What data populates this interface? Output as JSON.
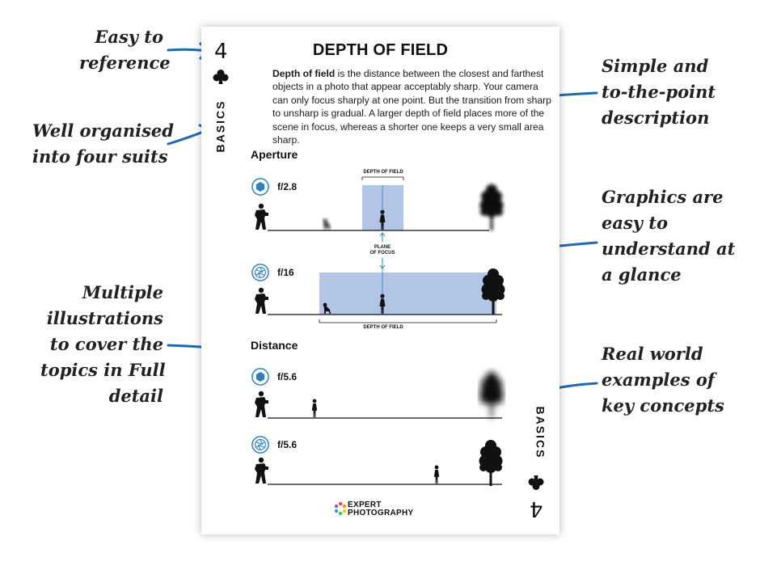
{
  "annotations": {
    "easy_reference": [
      "Easy to",
      "reference"
    ],
    "well_organised": [
      "Well organised",
      "into four suits"
    ],
    "multiple_illustrations": [
      "Multiple",
      "illustrations",
      "to cover the",
      "topics in Full",
      "detail"
    ],
    "simple_description": [
      "Simple and",
      "to-the-point",
      "description"
    ],
    "graphics_easy": [
      "Graphics are",
      "easy to",
      "understand at",
      "a glance"
    ],
    "real_world": [
      "Real world",
      "examples of",
      "key concepts"
    ]
  },
  "card": {
    "number": "4",
    "suit_label": "BASICS",
    "title": "DEPTH OF FIELD",
    "description_bold": "Depth of field",
    "description_rest": " is the distance between the closest and farthest objects in a photo that appear acceptably sharp. Your camera can only focus sharply at one point. But the transition from sharp to unsharp is gradual. A larger depth of field places more of the scene in focus, whereas a shorter one keeps a very small area sharp.",
    "aperture_heading": "Aperture",
    "distance_heading": "Distance",
    "f_values": [
      "f/2.8",
      "f/16",
      "f/5.6",
      "f/5.6"
    ],
    "depth_of_field_label": "DEPTH OF FIELD",
    "plane_of_focus_line1": "PLANE",
    "plane_of_focus_line2": "OF FOCUS",
    "logo_line1": "EXPERT",
    "logo_line2": "PHOTOGRAPHY"
  },
  "colors": {
    "arrow": "#2268b0",
    "dof_band": "#b3c5e6",
    "aperture_icon": "#2a7fbf",
    "text": "#111111"
  },
  "icons": [
    "aperture-icon",
    "club-suit-icon",
    "photographer-icon",
    "tree-icon",
    "girl-icon",
    "dog-icon",
    "expertphotography-logo-icon"
  ]
}
